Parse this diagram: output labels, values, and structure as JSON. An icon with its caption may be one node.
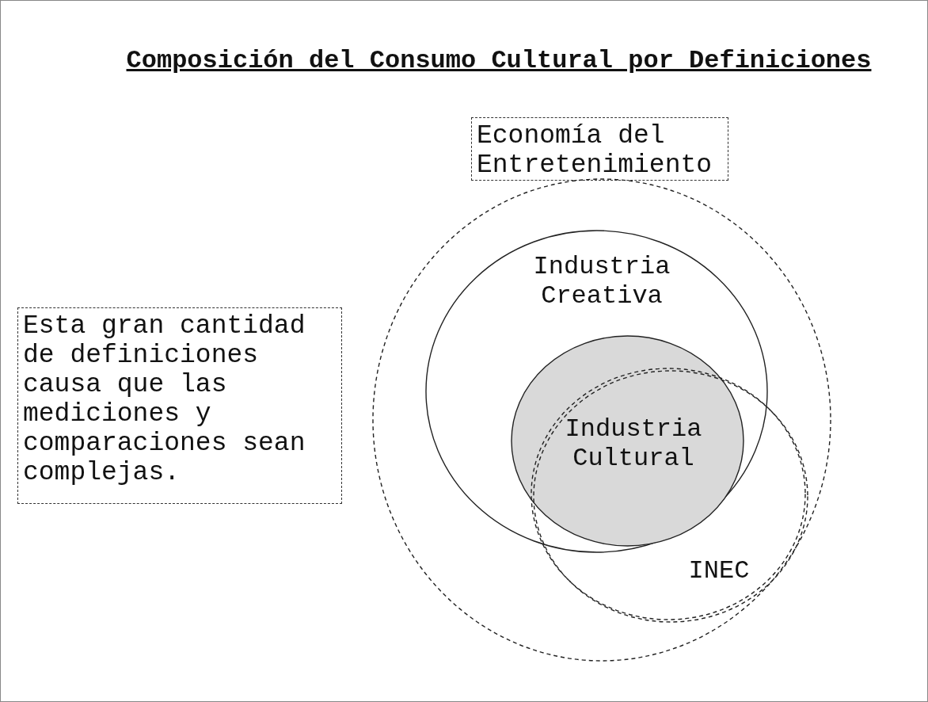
{
  "diagram": {
    "title": "Composición del Consumo Cultural por Definiciones",
    "nodes": [
      {
        "text": [
          "Economía del Entretenimiento"
        ]
      },
      {
        "text": [],
        "shape": "circle"
      },
      {
        "text": [
          "Industria Creativa"
        ],
        "in": 1
      },
      {
        "text": [
          "Industria Cultural"
        ],
        "in": 2
      },
      {
        "text": [
          "INEC"
        ],
        "in": 1
      },
      {
        "text": [
          "Esta gran cantidad de definiciones causa que las mediciones y comparaciones sean complejas."
        ]
      }
    ],
    "edges": []
  }
}
